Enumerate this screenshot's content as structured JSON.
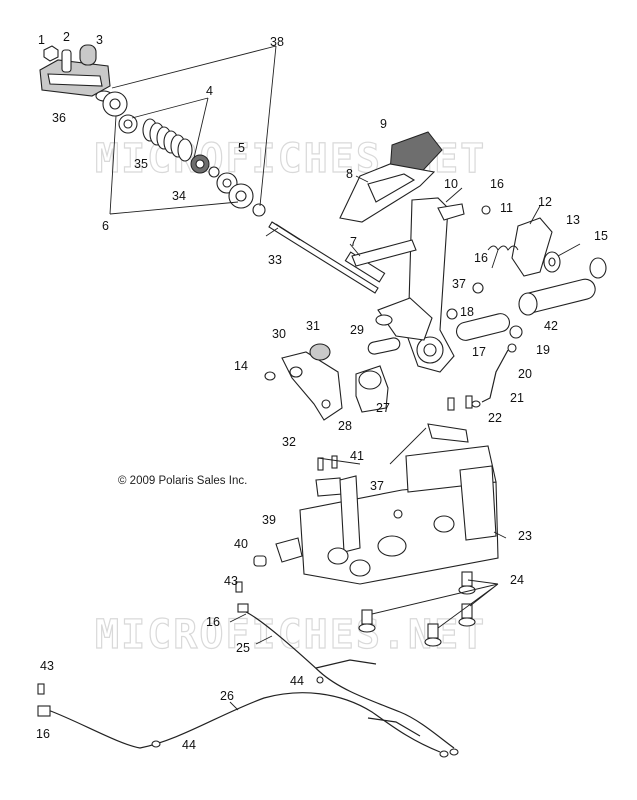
{
  "watermarks": [
    "MICROFICHES.NET",
    "MICROFICHES.NET"
  ],
  "copyright": "© 2009 Polaris Sales Inc.",
  "callouts": {
    "c1": "1",
    "c2": "2",
    "c3": "3",
    "c4": "4",
    "c5": "5",
    "c6": "6",
    "c7": "7",
    "c8": "8",
    "c9": "9",
    "c10": "10",
    "c11": "11",
    "c12": "12",
    "c13": "13",
    "c14": "14",
    "c15": "15",
    "c16a": "16",
    "c16b": "16",
    "c16c": "16",
    "c16d": "16",
    "c17": "17",
    "c18": "18",
    "c19": "19",
    "c20": "20",
    "c21": "21",
    "c22": "22",
    "c23": "23",
    "c24": "24",
    "c25": "25",
    "c26": "26",
    "c27": "27",
    "c28": "28",
    "c29": "29",
    "c30": "30",
    "c31": "31",
    "c32": "32",
    "c33": "33",
    "c34": "34",
    "c35": "35",
    "c36": "36",
    "c37a": "37",
    "c37b": "37",
    "c38": "38",
    "c39": "39",
    "c40": "40",
    "c41": "41",
    "c42": "42",
    "c43a": "43",
    "c43b": "43",
    "c44a": "44",
    "c44b": "44"
  }
}
